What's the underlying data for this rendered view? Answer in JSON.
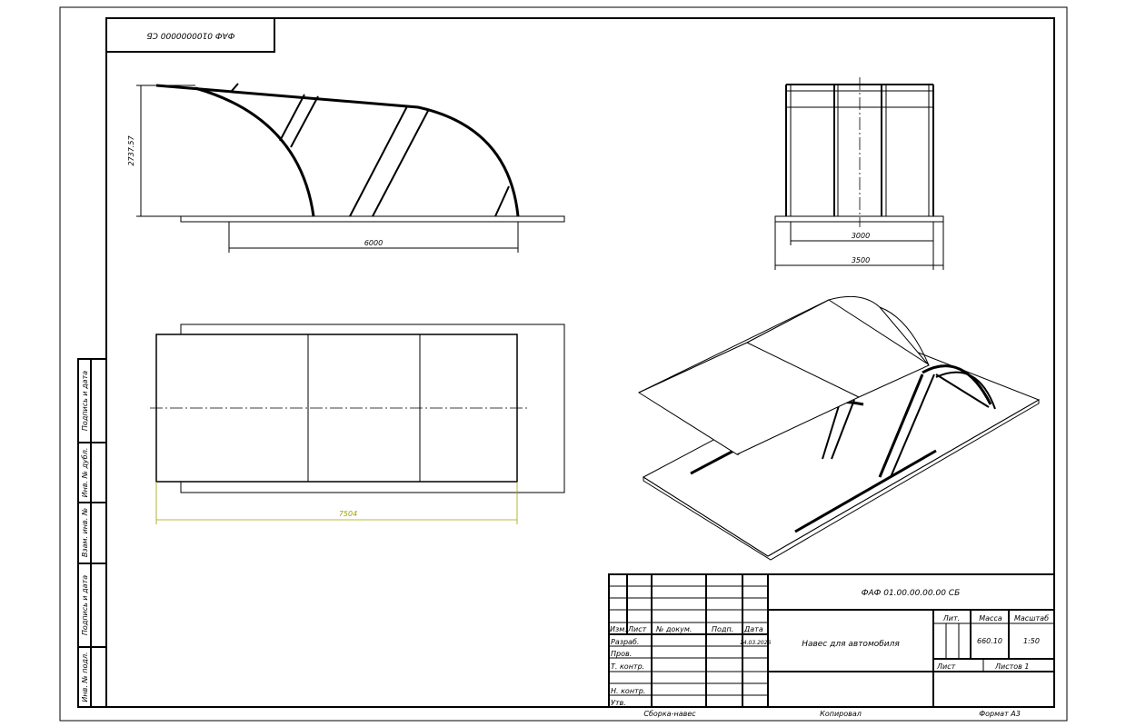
{
  "sheet": {
    "top_stamp": "ФАФ 0100000000 СБ",
    "left_strip": [
      "Подпись и дата",
      "Инв. № дубл.",
      "Взам. инв. №",
      "Подпись и дата",
      "Инв. № подл."
    ]
  },
  "dimensions": {
    "height": "2737.57",
    "front_length": "6000",
    "side_inner_width": "3000",
    "side_outer_width": "3500",
    "top_length": "7504",
    "top_length_color": "#a0a000"
  },
  "title_block": {
    "designation": "ФАФ 01.00.00.00.00 СБ",
    "name": "Навес для автомобиля",
    "headers": {
      "izm": "Изм.",
      "list": "Лист",
      "doc": "№ докум.",
      "sign": "Подп.",
      "date": "Дата"
    },
    "roles": [
      "Разраб.",
      "Пров.",
      "Т. контр.",
      "",
      "Н. контр.",
      "Утв."
    ],
    "date_value": "14.03.2026",
    "lit_label": "Лит.",
    "mass_label": "Масса",
    "scale_label": "Масштаб",
    "mass_value": "660.10",
    "scale_value": "1:50",
    "sheet_label": "Лист",
    "sheets_label": "Листов 1",
    "footer_left": "Сборка-навес",
    "footer_mid": "Копировал",
    "footer_right": "Формат А3"
  }
}
